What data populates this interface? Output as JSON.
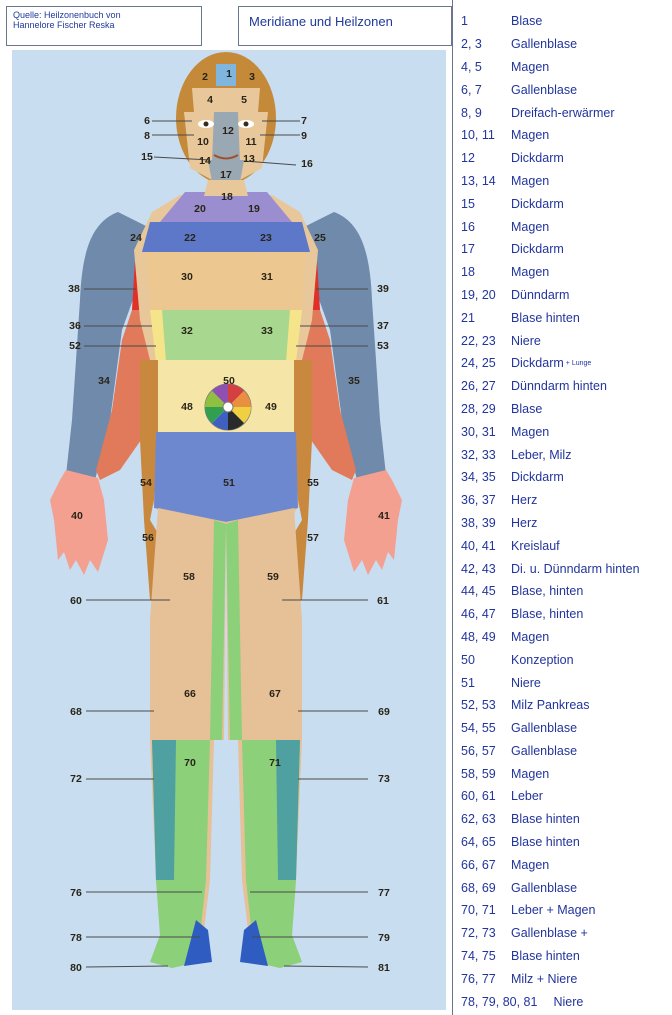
{
  "source": {
    "line1": "Quelle: Heilzonenbuch von",
    "line2": "Hannelore Fischer Reska"
  },
  "title": "Meridiane und Heilzonen",
  "colors": {
    "background": "#c8ddf0",
    "skin": "#e8c89a",
    "text": "#22359c",
    "border": "#6a7590"
  },
  "zone_labels": [
    "1",
    "2",
    "3",
    "4",
    "5",
    "6",
    "7",
    "8",
    "9",
    "10",
    "11",
    "12",
    "13",
    "14",
    "15",
    "16",
    "17",
    "18",
    "19",
    "20",
    "22",
    "23",
    "24",
    "25",
    "30",
    "31",
    "32",
    "33",
    "34",
    "35",
    "36",
    "37",
    "38",
    "39",
    "40",
    "41",
    "48",
    "49",
    "50",
    "51",
    "52",
    "53",
    "54",
    "55",
    "56",
    "57",
    "58",
    "59",
    "60",
    "61",
    "66",
    "67",
    "68",
    "69",
    "70",
    "71",
    "72",
    "73",
    "76",
    "77",
    "78",
    "79",
    "80",
    "81"
  ],
  "legend": [
    {
      "nums": "1",
      "name": "Blase"
    },
    {
      "nums": "2, 3",
      "name": "Gallenblase"
    },
    {
      "nums": "4, 5",
      "name": "Magen"
    },
    {
      "nums": "6, 7",
      "name": "Gallenblase"
    },
    {
      "nums": "8, 9",
      "name": "Dreifach-erwärmer"
    },
    {
      "nums": "10, 11",
      "name": "Magen"
    },
    {
      "nums": "12",
      "name": "Dickdarm"
    },
    {
      "nums": "13, 14",
      "name": "Magen"
    },
    {
      "nums": "15",
      "name": "Dickdarm"
    },
    {
      "nums": "16",
      "name": "Magen"
    },
    {
      "nums": "17",
      "name": "Dickdarm"
    },
    {
      "nums": "18",
      "name": "Magen"
    },
    {
      "nums": "19, 20",
      "name": "Dünndarm"
    },
    {
      "nums": "21",
      "name": "Blase hinten"
    },
    {
      "nums": "22, 23",
      "name": "Niere"
    },
    {
      "nums": "24, 25",
      "name": "Dickdarm",
      "sup": "+ Lunge"
    },
    {
      "nums": "26, 27",
      "name": "Dünndarm hinten"
    },
    {
      "nums": "28, 29",
      "name": "Blase"
    },
    {
      "nums": "30, 31",
      "name": "Magen"
    },
    {
      "nums": "32, 33",
      "name": "Leber, Milz"
    },
    {
      "nums": "34, 35",
      "name": "Dickdarm"
    },
    {
      "nums": "36, 37",
      "name": "Herz"
    },
    {
      "nums": "38, 39",
      "name": "Herz"
    },
    {
      "nums": "40, 41",
      "name": "Kreislauf"
    },
    {
      "nums": "42, 43",
      "name": "Di. u. Dünndarm hinten"
    },
    {
      "nums": "44, 45",
      "name": "Blase, hinten"
    },
    {
      "nums": "46, 47",
      "name": "Blase, hinten"
    },
    {
      "nums": "48, 49",
      "name": "Magen"
    },
    {
      "nums": "50",
      "name": "Konzeption"
    },
    {
      "nums": "51",
      "name": "Niere"
    },
    {
      "nums": "52, 53",
      "name": "Milz Pankreas"
    },
    {
      "nums": "54, 55",
      "name": "Gallenblase"
    },
    {
      "nums": "56, 57",
      "name": "Gallenblase"
    },
    {
      "nums": "58, 59",
      "name": "Magen"
    },
    {
      "nums": "60, 61",
      "name": "Leber"
    },
    {
      "nums": "62, 63",
      "name": "Blase hinten"
    },
    {
      "nums": "64, 65",
      "name": "Blase hinten"
    },
    {
      "nums": "66, 67",
      "name": "Magen"
    },
    {
      "nums": "68, 69",
      "name": "Gallenblase"
    },
    {
      "nums": "70, 71",
      "name": "Leber + Magen"
    },
    {
      "nums": "72, 73",
      "name": "Gallenblase +"
    },
    {
      "nums": "74, 75",
      "name": "Blase hinten"
    },
    {
      "nums": "76, 77",
      "name": "Milz + Niere"
    },
    {
      "nums": "78, 79, 80, 81",
      "name": "Niere",
      "wide": true
    }
  ]
}
